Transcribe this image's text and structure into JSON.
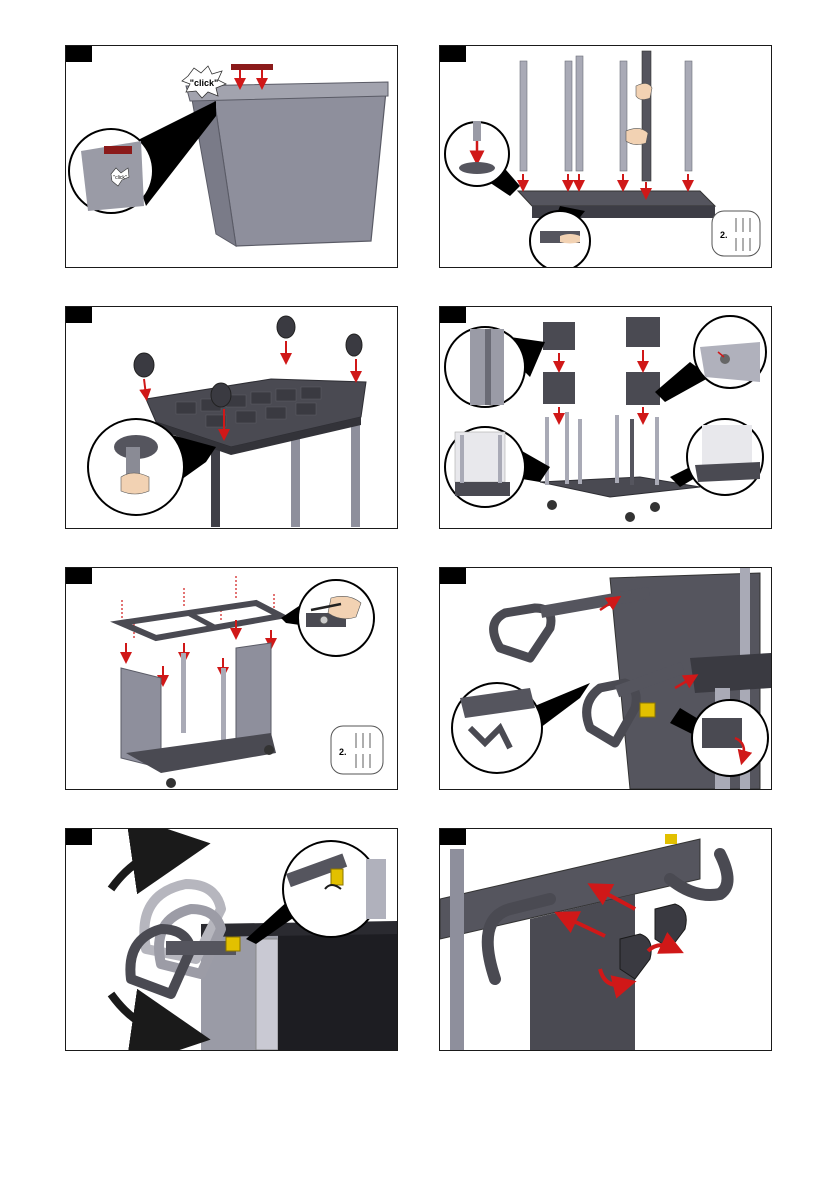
{
  "colors": {
    "bin_gray": "#8e8f9c",
    "frame_dark": "#4a4a52",
    "pole_light": "#a9aab6",
    "arrow_red": "#d01818",
    "accent_yellow": "#e2c000",
    "label_brown": "#8b1a1a"
  },
  "panels": [
    {
      "tag": "",
      "callout": "\"click\"",
      "callout_small": "\"click\""
    },
    {
      "tag": "",
      "count_label": "2."
    },
    {
      "tag": ""
    },
    {
      "tag": ""
    },
    {
      "tag": "",
      "count_label": "2."
    },
    {
      "tag": ""
    },
    {
      "tag": ""
    },
    {
      "tag": ""
    }
  ]
}
